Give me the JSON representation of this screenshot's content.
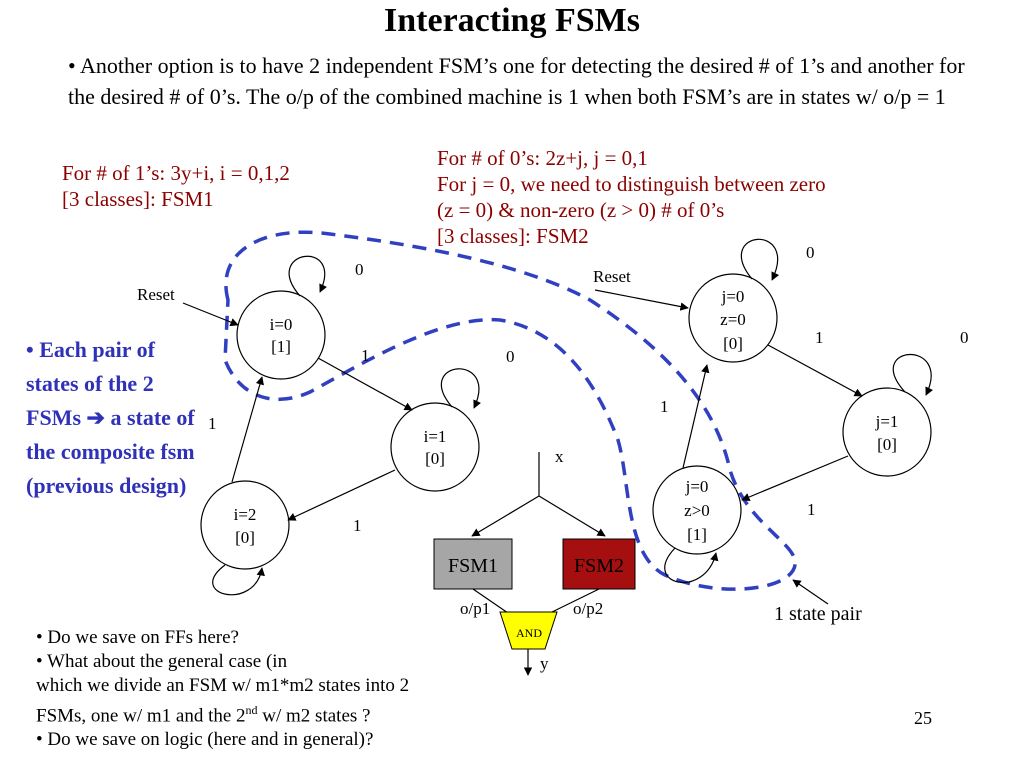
{
  "title": "Interacting FSMs",
  "intro": "• Another option is to have 2 independent FSM’s one for detecting the desired # of 1’s and another for the desired # of 0’s. The o/p of the combined machine is 1 when both FSM’s are in states w/ o/p = 1",
  "fsm1_desc": {
    "line1": "For # of 1’s: 3y+i,  i = 0,1,2",
    "line2": "[3 classes]: FSM1"
  },
  "fsm2_desc": {
    "line1": "For # of 0’s: 2z+j, j = 0,1",
    "line2": "For j = 0, we need to distinguish between zero",
    "line3": "(z = 0) & non-zero (z > 0) # of 0’s",
    "line4": "[3 classes]: FSM2"
  },
  "pair_note": {
    "bullet": "• Each pair of states of the 2 FSMs",
    "arrow": "➔",
    "rest": " a state of the composite fsm (previous design)"
  },
  "fsm1": {
    "reset_label": "Reset",
    "states": [
      {
        "line1": "i=0",
        "line2": "[1]"
      },
      {
        "line1": "i=1",
        "line2": "[0]"
      },
      {
        "line1": "i=2",
        "line2": "[0]"
      }
    ],
    "labels": {
      "self_i0": "0",
      "i0_i1": "1",
      "self_i1": "0",
      "i1_i2": "1",
      "i2_i0": "1"
    }
  },
  "fsm2": {
    "reset_label": "Reset",
    "states": [
      {
        "line1": "j=0",
        "line2": "z=0",
        "line3": "[0]"
      },
      {
        "line1": "j=1",
        "line2": "[0]"
      },
      {
        "line1": "j=0",
        "line2": "z>0",
        "line3": "[1]"
      }
    ],
    "labels": {
      "self_a": "0",
      "a_b": "1",
      "self_b": "0",
      "b_c": "1",
      "c_b": "1"
    }
  },
  "block": {
    "input": "x",
    "fsm1": "FSM1",
    "fsm2": "FSM2",
    "op1": "o/p1",
    "op2": "o/p2",
    "gate": "AND",
    "output": "y",
    "colors": {
      "fsm1": "#a6a6a6",
      "fsm2": "#a50f0f",
      "gate": "#ffff00"
    }
  },
  "pair_label": "1 state pair",
  "dashed_color": "#3040c0",
  "questions": {
    "q1": "• Do we save on FFs here?",
    "q2": "• What about the general case (in",
    "q3": "which we divide an FSM w/ m1*m2 states into 2",
    "q4a": "FSMs, one w/ m1 and the 2",
    "q4sup": "nd",
    "q4b": " w/ m2 states ?",
    "q5": "• Do we save on logic (here and in general)?"
  },
  "page_number": "25"
}
